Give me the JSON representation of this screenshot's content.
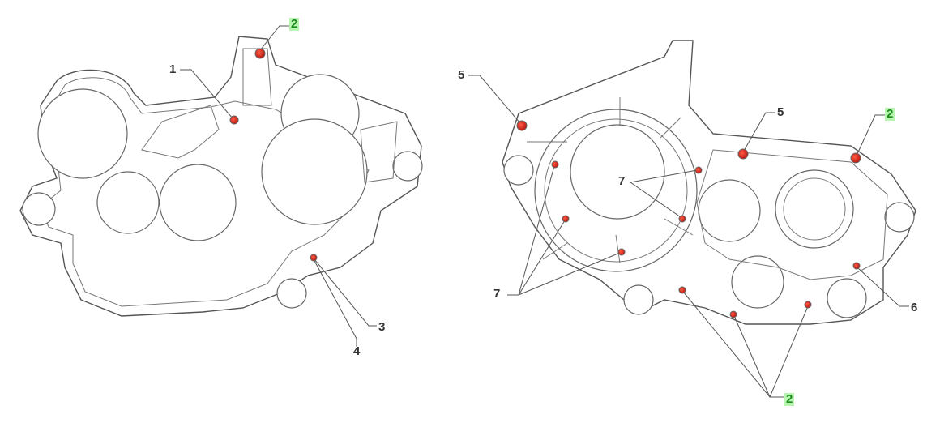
{
  "diagram": {
    "highlight_color": "#b8f5b0",
    "highlight_text_color": "#1b8a1b",
    "fastener_color": "#d62a1c",
    "left_view": {
      "callouts": [
        {
          "label": "2",
          "highlighted": true
        },
        {
          "label": "1",
          "highlighted": false
        },
        {
          "label": "3",
          "highlighted": false
        },
        {
          "label": "4",
          "highlighted": false
        }
      ]
    },
    "right_view": {
      "callouts": [
        {
          "label": "5",
          "highlighted": false
        },
        {
          "label": "5",
          "highlighted": false
        },
        {
          "label": "2",
          "highlighted": true
        },
        {
          "label": "7",
          "highlighted": false
        },
        {
          "label": "7",
          "highlighted": false
        },
        {
          "label": "6",
          "highlighted": false
        },
        {
          "label": "2",
          "highlighted": true
        }
      ]
    }
  }
}
